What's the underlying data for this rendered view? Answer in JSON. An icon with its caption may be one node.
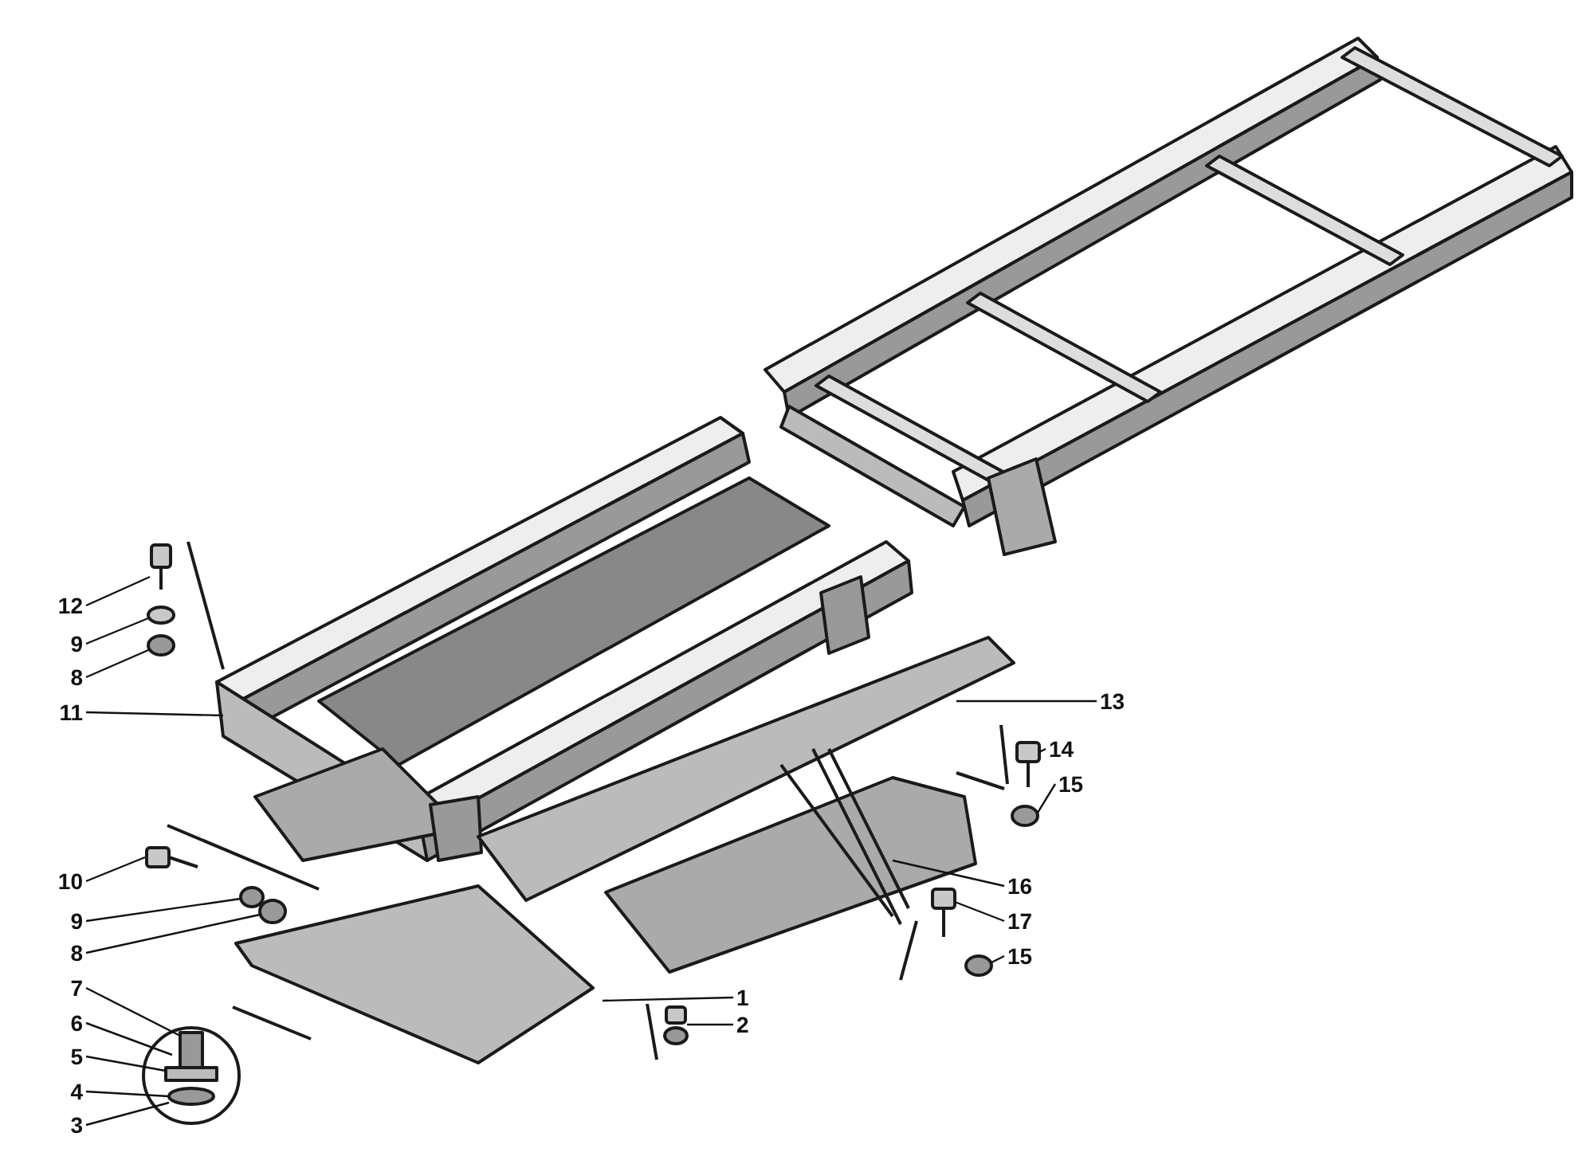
{
  "diagram": {
    "nodes": [
      {
        "text": [
          "12"
        ]
      },
      {
        "text": [
          "9"
        ]
      },
      {
        "text": [
          "8"
        ]
      },
      {
        "text": [
          "13"
        ]
      },
      {
        "text": [
          "11"
        ]
      },
      {
        "text": [
          "14"
        ]
      },
      {
        "text": [
          "15"
        ]
      },
      {
        "text": [
          "10"
        ]
      },
      {
        "text": [
          "16"
        ]
      },
      {
        "text": [
          "9"
        ]
      },
      {
        "text": [
          "17"
        ]
      },
      {
        "text": [
          "8"
        ]
      },
      {
        "text": [
          "15"
        ]
      },
      {
        "text": [
          "7"
        ]
      },
      {
        "text": [
          "1"
        ]
      },
      {
        "text": [
          "6"
        ]
      },
      {
        "text": [
          "2"
        ]
      },
      {
        "text": [
          "5"
        ]
      },
      {
        "text": [
          "4"
        ]
      },
      {
        "text": [
          "3"
        ]
      }
    ],
    "edges": [
      {
        "from": 0,
        "to": null,
        "arrow": "none"
      },
      {
        "from": 1,
        "to": null,
        "arrow": "none"
      },
      {
        "from": 2,
        "to": null,
        "arrow": "none"
      },
      {
        "from": 3,
        "to": null,
        "arrow": "none"
      },
      {
        "from": 4,
        "to": null,
        "arrow": "none"
      },
      {
        "from": 5,
        "to": null,
        "arrow": "none"
      },
      {
        "from": 6,
        "to": null,
        "arrow": "none"
      },
      {
        "from": 7,
        "to": null,
        "arrow": "none"
      },
      {
        "from": 8,
        "to": null,
        "arrow": "none"
      },
      {
        "from": 9,
        "to": null,
        "arrow": "none"
      },
      {
        "from": 10,
        "to": null,
        "arrow": "none"
      },
      {
        "from": 11,
        "to": null,
        "arrow": "none"
      },
      {
        "from": 12,
        "to": null,
        "arrow": "none"
      },
      {
        "from": 13,
        "to": null,
        "arrow": "none"
      },
      {
        "from": 14,
        "to": null,
        "arrow": "none"
      },
      {
        "from": 15,
        "to": null,
        "arrow": "none"
      },
      {
        "from": 16,
        "to": null,
        "arrow": "none"
      },
      {
        "from": 17,
        "to": null,
        "arrow": "none"
      },
      {
        "from": 18,
        "to": null,
        "arrow": "none"
      },
      {
        "from": 19,
        "to": null,
        "arrow": "none"
      }
    ]
  }
}
